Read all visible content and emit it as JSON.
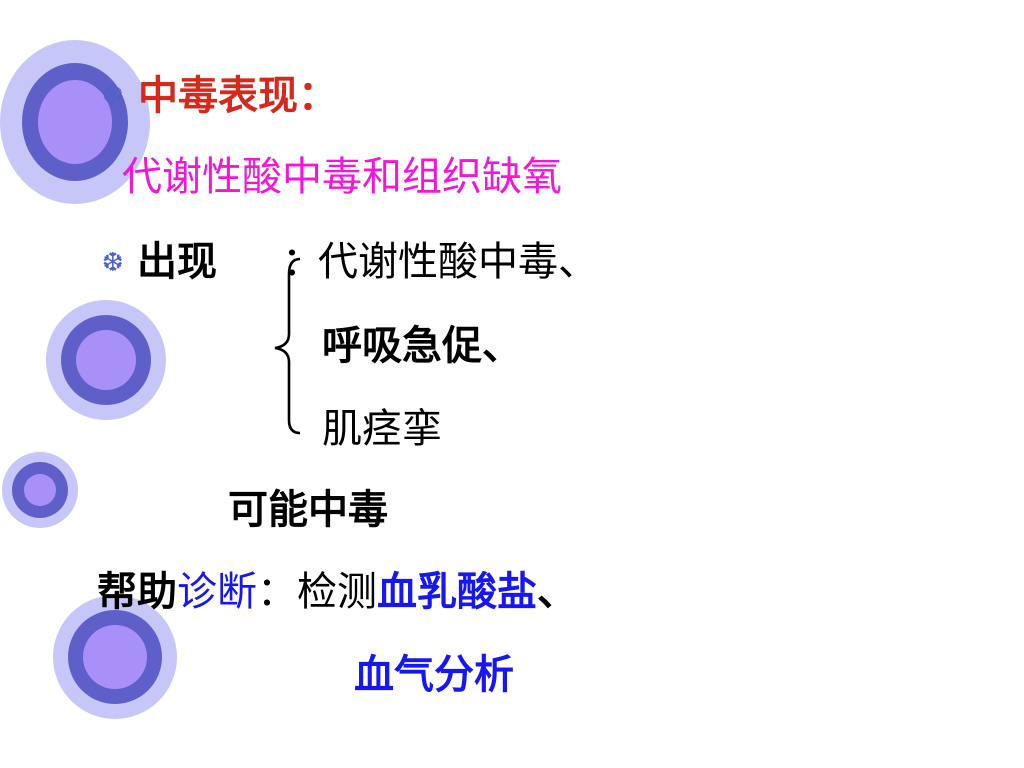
{
  "slide": {
    "heading": "中毒表现：",
    "subtitle": "代谢性酸中毒和组织缺氧",
    "symptoms": {
      "label": "出现",
      "colon": "：",
      "items": [
        "代谢性酸中毒、",
        "呼吸急促、",
        "肌痉挛"
      ]
    },
    "conclusion": "可能中毒",
    "diagnosis": {
      "lead": "帮助",
      "lead_blue": "诊断",
      "colon": "：",
      "action": "检测",
      "test_1": "血乳酸盐",
      "sep": "、",
      "test_2": "血气分析"
    }
  },
  "bullet_icon": "snowflake-bullet-icon",
  "colors": {
    "heading": "#d7281c",
    "subtitle": "#f415d8",
    "body": "#000000",
    "highlight": "#1717f3",
    "ring_outer": "#c6c6f8",
    "ring_mid": "#5f5fc9",
    "ring_inner": "#a990f8"
  }
}
